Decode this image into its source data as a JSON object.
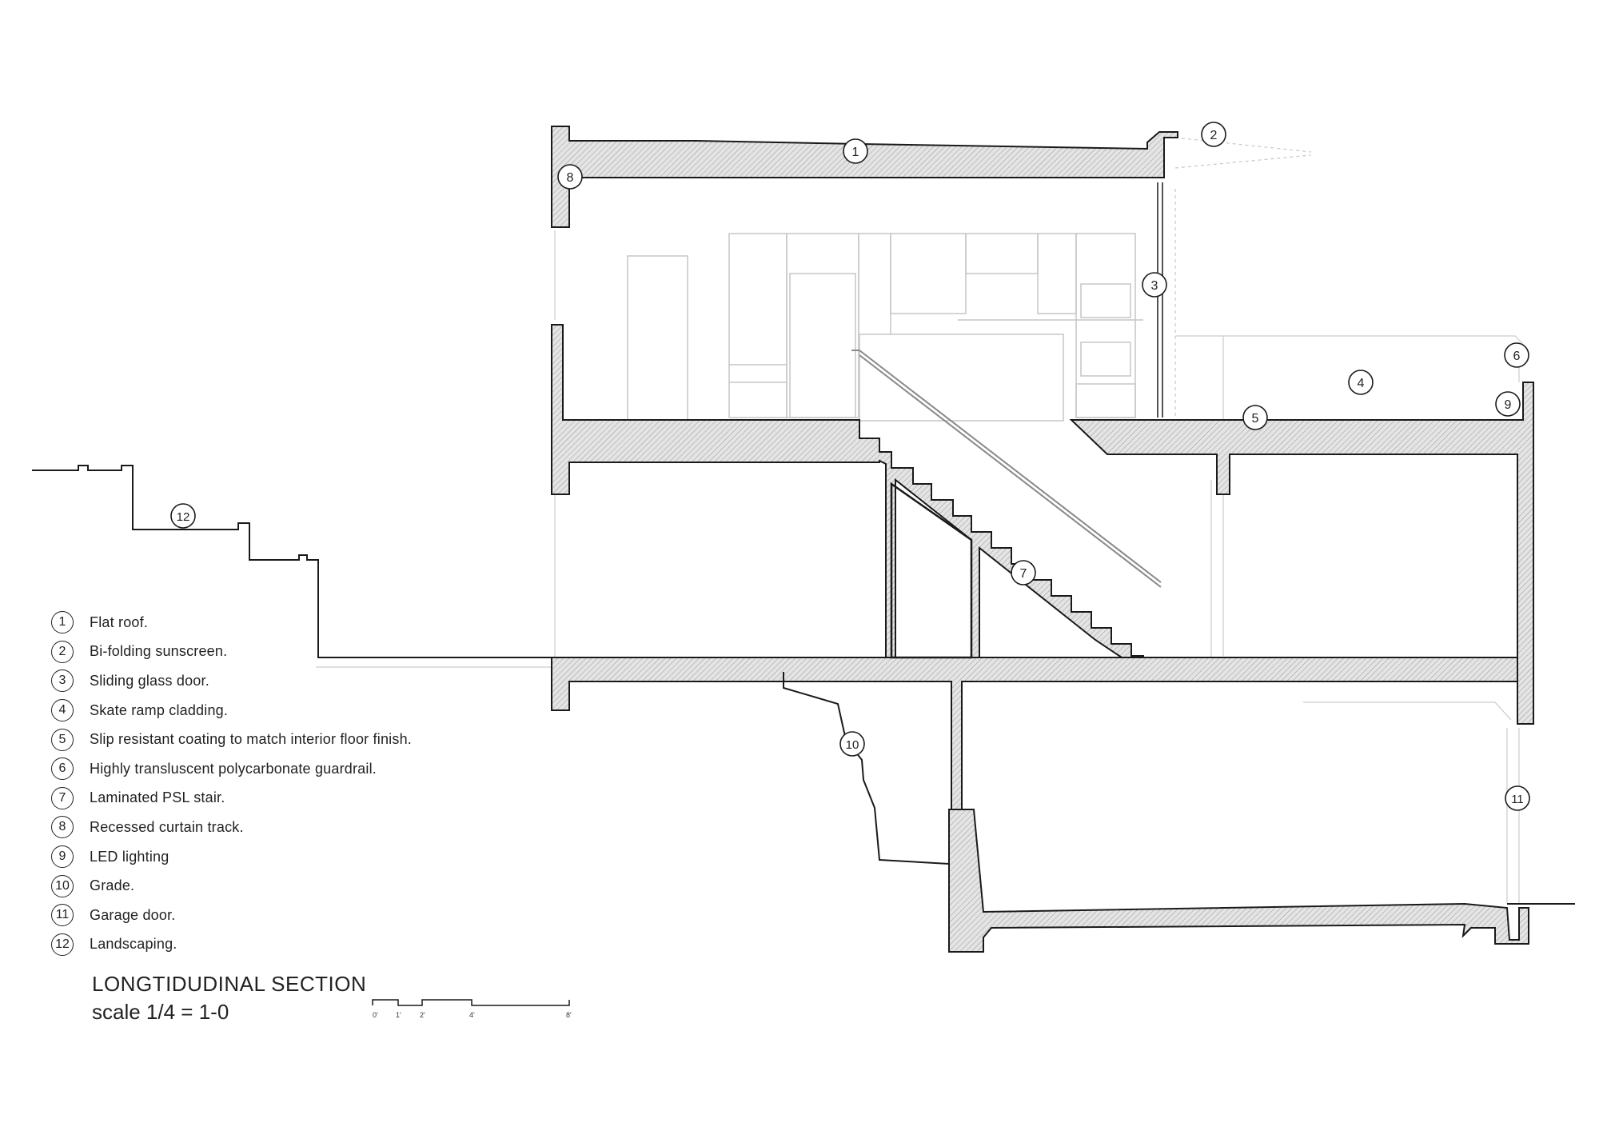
{
  "legend": [
    {
      "num": "1",
      "text": "Flat roof."
    },
    {
      "num": "2",
      "text": "Bi-folding sunscreen."
    },
    {
      "num": "3",
      "text": "Sliding glass door."
    },
    {
      "num": "4",
      "text": "Skate ramp cladding."
    },
    {
      "num": "5",
      "text": "Slip resistant coating to match interior floor finish."
    },
    {
      "num": "6",
      "text": "Highly transluscent polycarbonate guardrail."
    },
    {
      "num": "7",
      "text": "Laminated PSL stair."
    },
    {
      "num": "8",
      "text": "Recessed curtain track."
    },
    {
      "num": "9",
      "text": "LED lighting"
    },
    {
      "num": "10",
      "text": "Grade."
    },
    {
      "num": "11",
      "text": "Garage door."
    },
    {
      "num": "12",
      "text": "Landscaping."
    }
  ],
  "title": "LONGTIDUDINAL SECTION",
  "scale_note": "scale 1/4 = 1-0",
  "scale_bar": [
    "0'",
    "1'",
    "2'",
    "4'",
    "8'"
  ],
  "tags": [
    "1",
    "2",
    "3",
    "4",
    "5",
    "6",
    "7",
    "8",
    "9",
    "10",
    "11",
    "12"
  ],
  "colors": {
    "line": "#1a1a1a",
    "hatch": "#cfcfcf",
    "faint": "#c8c8c8"
  }
}
